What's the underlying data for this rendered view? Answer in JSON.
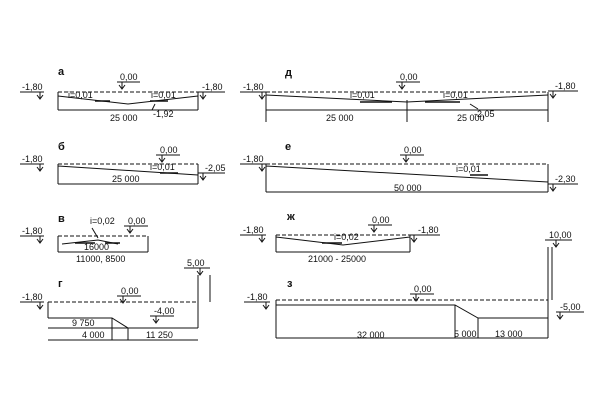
{
  "panels": {
    "a": {
      "title": "а",
      "left_level": "-1,80",
      "center_level": "0,00",
      "right_level": "-1,80",
      "slope_left": "i=0,01",
      "slope_right": "i=0,01",
      "low_point": "-1,92",
      "dim": "25 000"
    },
    "b": {
      "title": "б",
      "left_level": "-1,80",
      "center_level": "0,00",
      "right_level": "-2,05",
      "slope": "i=0,01",
      "dim": "25 000"
    },
    "v": {
      "title": "в",
      "left_level": "-1,80",
      "slope": "i=0,02",
      "center_level": "0,00",
      "dim_top": "16000",
      "dim_bottom": "11000, 8500"
    },
    "g": {
      "title": "г",
      "left_level": "-1,80",
      "center_level": "0,00",
      "top_level": "5,00",
      "step_level": "-4,00",
      "dim_upper": "9 750",
      "dim_lower_left": "4 000",
      "dim_lower_right": "11 250"
    },
    "d": {
      "title": "д",
      "left_level": "-1,80",
      "center_level": "0,00",
      "right_level": "-1,80",
      "slope_left": "i=0,01",
      "slope_right": "i=0,01",
      "low_point": "-2,05",
      "dim_left": "25 000",
      "dim_right": "25 000"
    },
    "e": {
      "title": "е",
      "left_level": "-1,80",
      "center_level": "0,00",
      "right_level": "-2,30",
      "slope": "i=0,01",
      "dim": "50 000"
    },
    "zh": {
      "title": "ж",
      "left_level": "-1,80",
      "center_level": "0,00",
      "right_level": "-1,80",
      "slope": "i=0,02",
      "dim": "21000 - 25000"
    },
    "z": {
      "title": "з",
      "left_level": "-1,80",
      "center_level": "0,00",
      "top_level": "10,00",
      "right_level": "-5,00",
      "dim_1": "32 000",
      "dim_2": "5 000",
      "dim_3": "13 000"
    }
  }
}
